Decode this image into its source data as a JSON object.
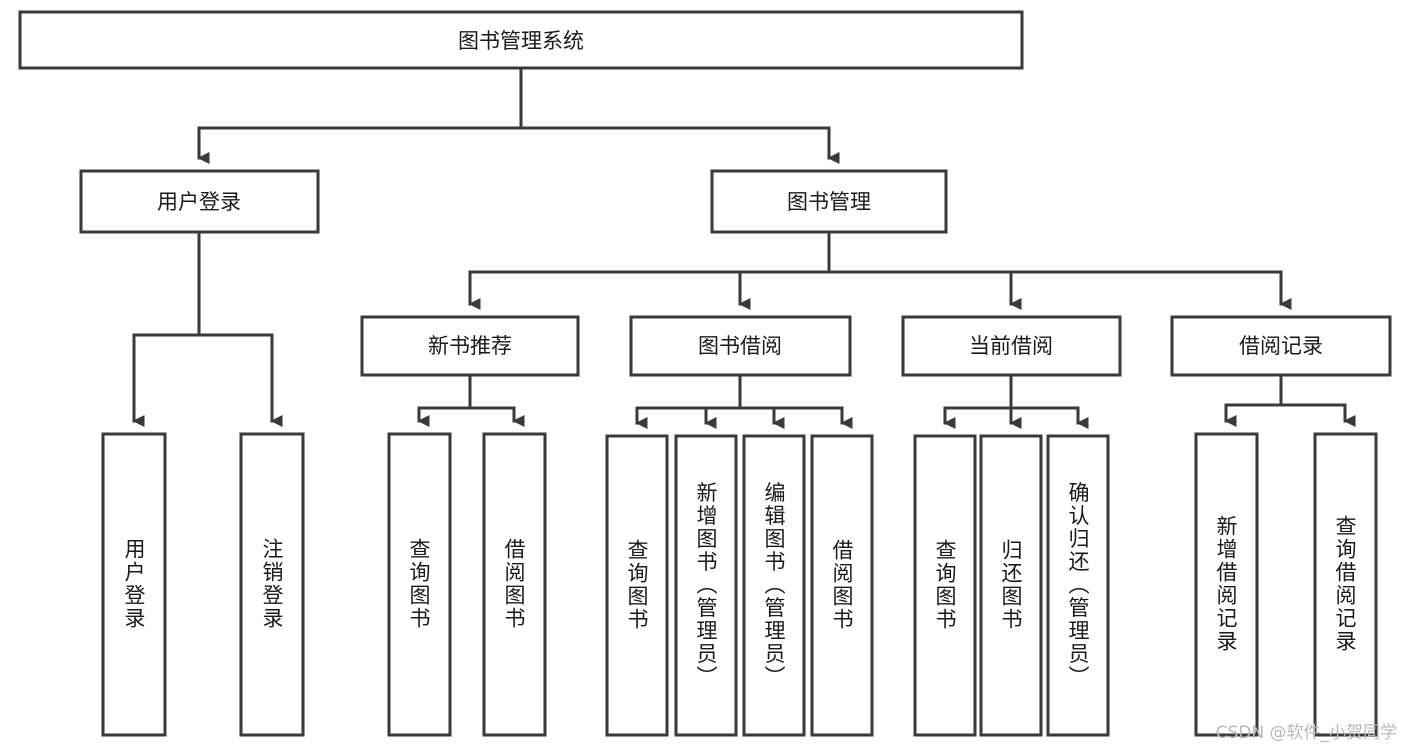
{
  "diagram": {
    "type": "hierarchy-tree",
    "title": "图书管理系统",
    "orientation": "top-down",
    "colors": {
      "box_stroke": "#3a3a3a",
      "box_fill": "#ffffff",
      "connector": "#3a3a3a",
      "text": "#1a1a1a",
      "background": "#ffffff",
      "watermark": "#b9b9b9"
    },
    "root": {
      "label": "图书管理系统"
    },
    "level1": [
      {
        "label": "用户登录"
      },
      {
        "label": "图书管理"
      }
    ],
    "level2": [
      {
        "label": "新书推荐"
      },
      {
        "label": "图书借阅"
      },
      {
        "label": "当前借阅"
      },
      {
        "label": "借阅记录"
      }
    ],
    "leaves": {
      "user_login": [
        {
          "label": "用户登录"
        },
        {
          "label": "注销登录"
        }
      ],
      "new_book_recommend": [
        {
          "label": "查询图书"
        },
        {
          "label": "借阅图书"
        }
      ],
      "book_borrow": [
        {
          "label": "查询图书"
        },
        {
          "label": "新增图书（管理员）"
        },
        {
          "label": "编辑图书（管理员）"
        },
        {
          "label": "借阅图书"
        }
      ],
      "current_borrow": [
        {
          "label": "查询图书"
        },
        {
          "label": "归还图书"
        },
        {
          "label": "确认归还（管理员）"
        }
      ],
      "borrow_record": [
        {
          "label": "新增借阅记录"
        },
        {
          "label": "查询借阅记录"
        }
      ]
    }
  },
  "watermark": {
    "text": "CSDN @软件_小贺同学"
  }
}
